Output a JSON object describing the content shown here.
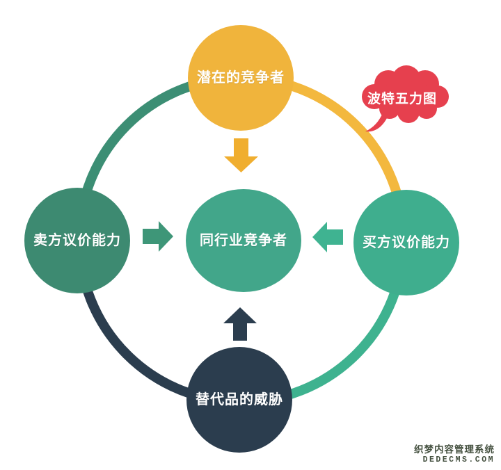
{
  "bubble": {
    "label": "波特五力图",
    "color": "#e6404e"
  },
  "nodes": {
    "top": {
      "label": "潜在的竞争者",
      "color": "#f0b43c"
    },
    "left": {
      "label": "卖方议价能力",
      "color": "#3d8a71"
    },
    "center": {
      "label": "同行业竞争者",
      "color": "#42a68a"
    },
    "right": {
      "label": "买方议价能力",
      "color": "#3fae8e"
    },
    "bottom": {
      "label": "替代品的威胁",
      "color": "#2b3d4e"
    }
  },
  "ring": {
    "segments": [
      {
        "name": "top-left",
        "color": "#3c8e74"
      },
      {
        "name": "top-right",
        "color": "#f3b83e"
      },
      {
        "name": "bottom-right",
        "color": "#3eb28f"
      },
      {
        "name": "bottom-left",
        "color": "#2b3d4e"
      }
    ]
  },
  "arrows": {
    "top": {
      "direction": "down",
      "color": "#f0ae2f"
    },
    "bottom": {
      "direction": "up",
      "color": "#2b3d4e"
    },
    "left": {
      "direction": "right",
      "color": "#3e9678"
    },
    "right": {
      "direction": "left",
      "color": "#3fb391"
    }
  },
  "watermark": {
    "line1": "织梦内容管理系统",
    "line2": "DEDECMS.COM"
  }
}
